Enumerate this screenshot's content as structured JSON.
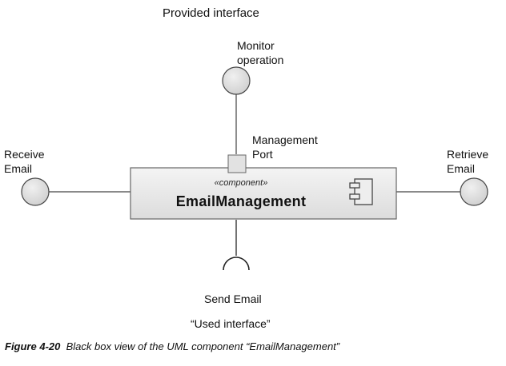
{
  "diagram": {
    "provided_interface_label": "Provided interface",
    "used_interface_label": "“Used interface”",
    "component": {
      "stereotype": "«component»",
      "name": "EmailManagement"
    },
    "port_label_line1": "Management",
    "port_label_line2": "Port",
    "interfaces": {
      "monitor_line1": "Monitor",
      "monitor_line2": "operation",
      "receive_line1": "Receive",
      "receive_line2": "Email",
      "retrieve_line1": "Retrieve",
      "retrieve_line2": "Email",
      "send": "Send Email"
    }
  },
  "caption": {
    "number": "Figure 4-20",
    "text": "Black box view of the UML component “EmailManagement”"
  }
}
